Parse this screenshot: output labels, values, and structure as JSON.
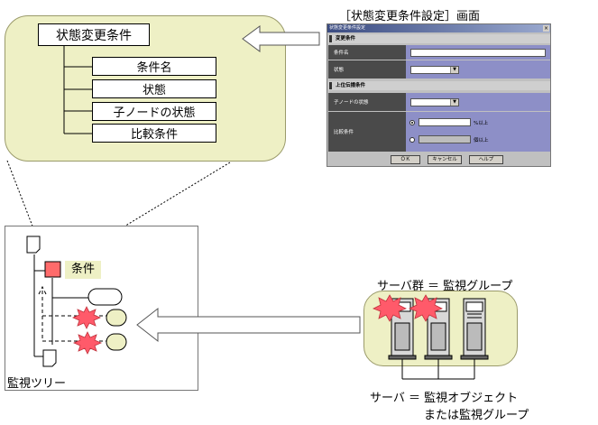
{
  "tree": {
    "root": "状態変更条件",
    "children": [
      "条件名",
      "状態",
      "子ノードの状態",
      "比較条件"
    ]
  },
  "dialog": {
    "caption": "［状態変更条件設定］画面",
    "title": "状態変更条件設定",
    "close": "×",
    "section1": "変更条件",
    "condition_name_label": "条件名",
    "state_label": "状態",
    "section2": "上位伝播条件",
    "child_state_label": "子ノードの状態",
    "compare_label": "比較条件",
    "over_label": "%以上",
    "count_label": "個以上",
    "ok": "ＯＫ",
    "cancel": "キャンセル",
    "help": "ヘルプ",
    "dropdown_arrow": "▼"
  },
  "monitor_tree": {
    "condition_tag": "条件",
    "caption": "監視ツリー"
  },
  "servers": {
    "group_label": "サーバ群 ＝ 監視グループ",
    "server_label": "サーバ ＝ 監視オブジェクト",
    "server_label2": "または監視グループ"
  },
  "icons": [
    "left-arrow-icon",
    "burst-icon",
    "server-icon",
    "document-icon"
  ],
  "colors": {
    "panel": "#eef0c5",
    "alert": "#ff5a6a",
    "dialog_value_bg": "#8d8fc7",
    "title_bar": "#3b4c82"
  }
}
